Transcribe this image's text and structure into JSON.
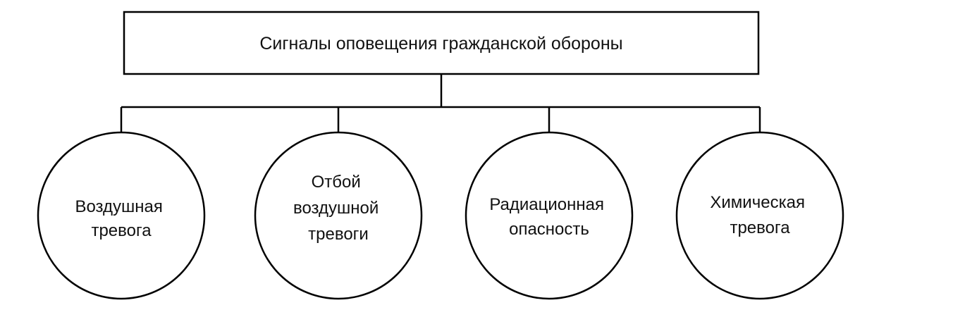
{
  "title": "Сигналы оповещения гражданской обороны",
  "signals": [
    {
      "lines": [
        "Воздушная",
        "тревога"
      ]
    },
    {
      "lines": [
        "Отбой",
        "воздушной",
        "тревоги"
      ]
    },
    {
      "lines": [
        "Радиационная",
        "опасность"
      ]
    },
    {
      "lines": [
        "Химическая",
        "тревога"
      ]
    }
  ]
}
